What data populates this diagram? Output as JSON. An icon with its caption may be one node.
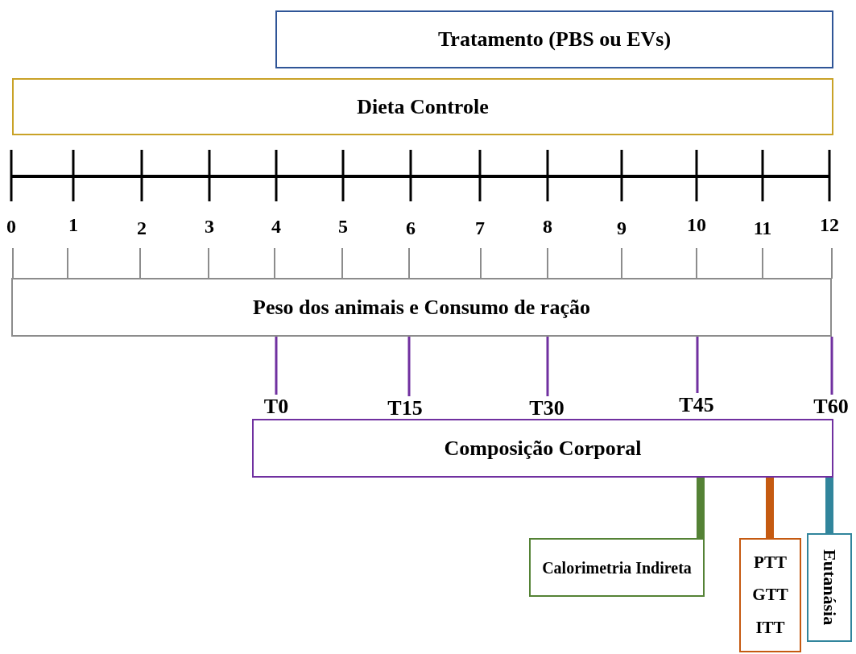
{
  "diagram": {
    "nodes": [
      {
        "text": [
          "Tratamento (PBS ou EVs)"
        ]
      },
      {
        "text": [
          "Dieta Controle"
        ]
      },
      {
        "text": [
          "Peso dos animais e Consumo de ração"
        ]
      },
      {
        "text": [
          "T0"
        ]
      },
      {
        "text": [
          "T15"
        ]
      },
      {
        "text": [
          "T30"
        ]
      },
      {
        "text": [
          "T45"
        ]
      },
      {
        "text": [
          "T60"
        ]
      },
      {
        "text": [
          "Composição Corporal"
        ]
      },
      {
        "text": [
          "Calorimetria Indireta"
        ]
      },
      {
        "text": [
          "PTT",
          "GTT",
          "ITT"
        ]
      },
      {
        "text": [
          "Eutanásia"
        ]
      }
    ],
    "edges": [
      {
        "from": 2,
        "to": 3,
        "arrow": "none"
      },
      {
        "from": 2,
        "to": 4,
        "arrow": "none"
      },
      {
        "from": 2,
        "to": 5,
        "arrow": "none"
      },
      {
        "from": 2,
        "to": 6,
        "arrow": "none"
      },
      {
        "from": 2,
        "to": 7,
        "arrow": "none"
      },
      {
        "from": 8,
        "to": 9,
        "arrow": "none",
        "style": "thick",
        "color": "#548235"
      },
      {
        "from": 8,
        "to": 10,
        "arrow": "none",
        "style": "thick",
        "color": "#c55a11"
      },
      {
        "from": 8,
        "to": 11,
        "arrow": "none",
        "style": "thick",
        "color": "#31859c"
      }
    ],
    "labels": [
      "0",
      "1",
      "2",
      "3",
      "4",
      "5",
      "6",
      "7",
      "8",
      "9",
      "10",
      "11",
      "12"
    ]
  }
}
